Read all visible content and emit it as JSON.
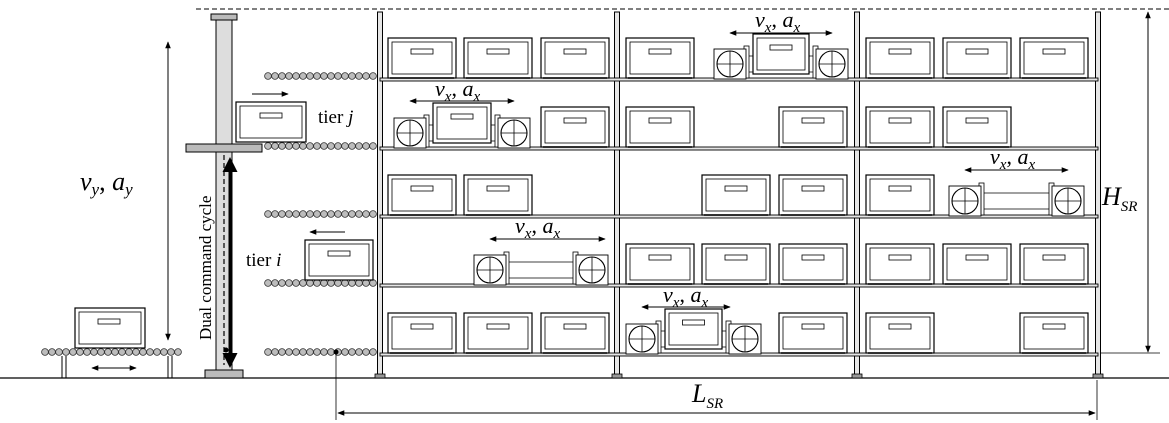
{
  "labels": {
    "tier_j": "tier",
    "tier_j_var": "j",
    "tier_i": "tier",
    "tier_i_var": "i",
    "dual_command_cycle": "Dual command cycle",
    "vy_ay": "v",
    "vy_ay_full": "v_y, a_y",
    "vx_ax": "v_x, a_x",
    "H_SR": "H",
    "H_SR_sub": "SR",
    "L_SR": "L",
    "L_SR_sub": "SR"
  },
  "layout": {
    "columns": 3,
    "tiers": 5
  }
}
